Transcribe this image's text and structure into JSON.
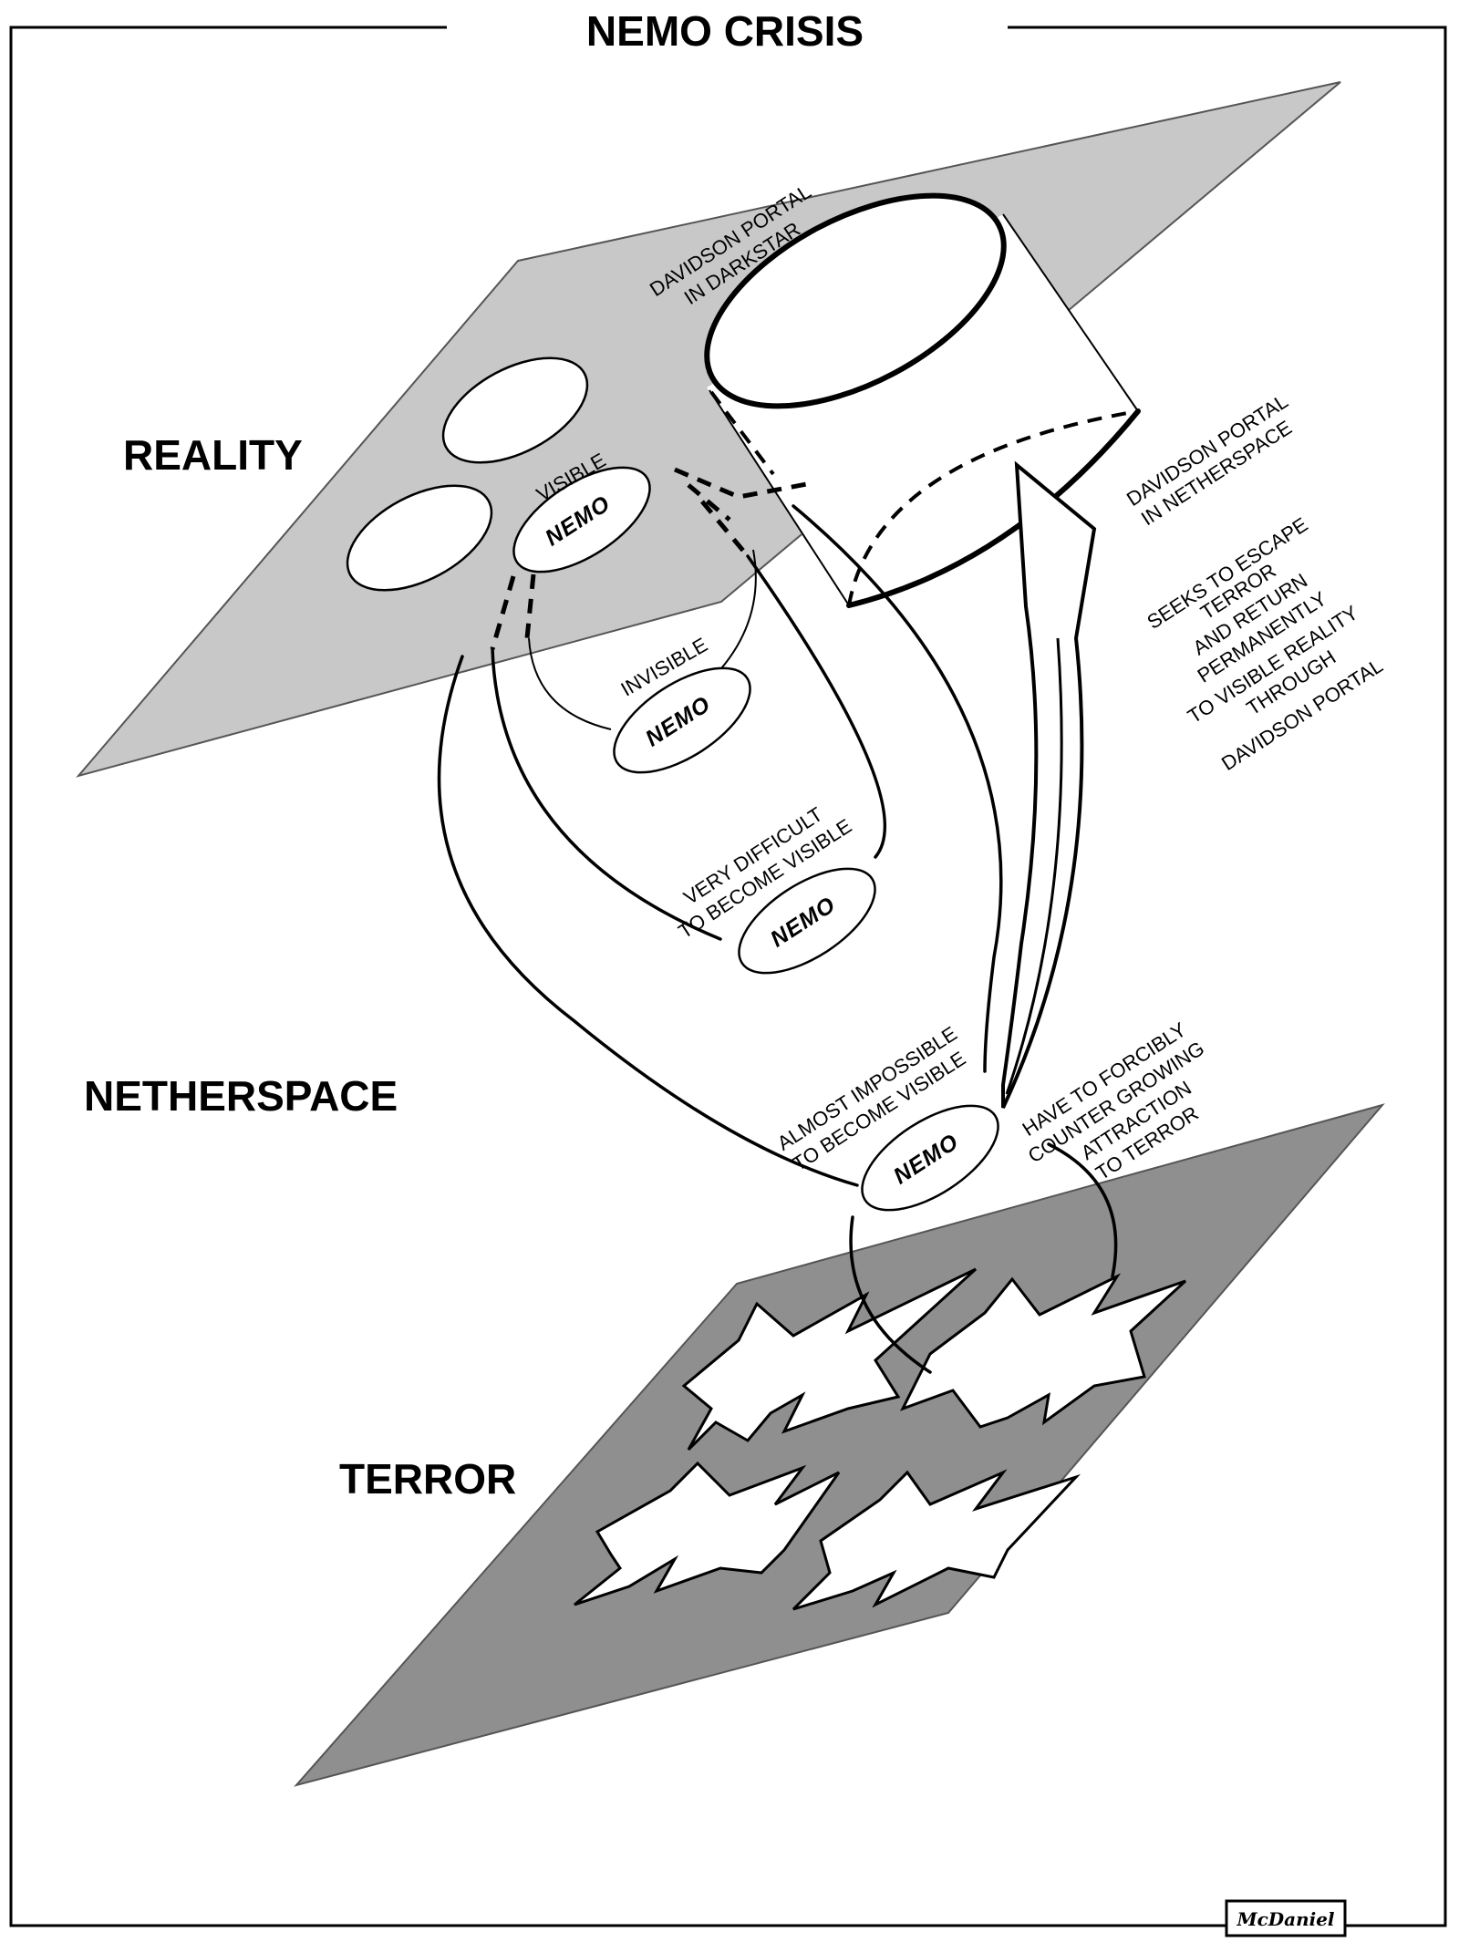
{
  "title": "NEMO CRISIS",
  "layers": {
    "reality": "REALITY",
    "netherspace": "NETHERSPACE",
    "terror": "TERROR"
  },
  "nemo_label": "NEMO",
  "states": {
    "visible": "VISIBLE",
    "invisible": "INVISIBLE",
    "very_difficult": [
      "VERY DIFFICULT",
      "TO BECOME VISIBLE"
    ],
    "almost_impossible": [
      "ALMOST IMPOSSIBLE",
      "TO BECOME VISIBLE"
    ]
  },
  "portal": {
    "darkstar": [
      "DAVIDSON PORTAL",
      "IN DARKSTAR"
    ],
    "netherspace": [
      "DAVIDSON PORTAL",
      "IN NETHERSPACE"
    ]
  },
  "escape_note": [
    "SEEKS TO ESCAPE",
    "TERROR",
    "AND RETURN",
    "PERMANENTLY",
    "TO VISIBLE REALITY",
    "THROUGH",
    "DAVIDSON PORTAL"
  ],
  "counter_note": [
    "HAVE TO FORCIBLY",
    "COUNTER GROWING",
    "ATTRACTION",
    "TO TERROR"
  ],
  "signature": "McDaniel",
  "colors": {
    "reality_plane": "#c8c8c8",
    "terror_plane": "#8f8f8f",
    "ink": "#000000",
    "paper": "#ffffff"
  }
}
